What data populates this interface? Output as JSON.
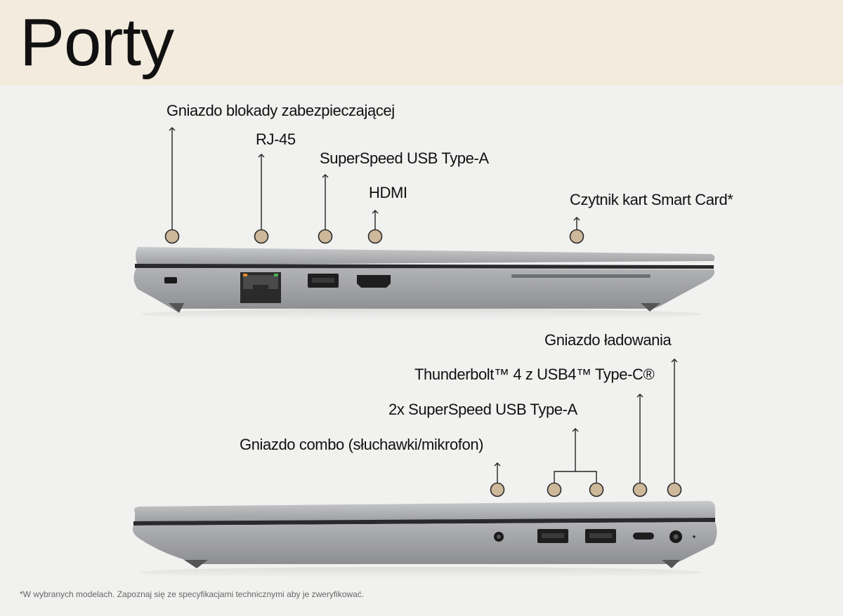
{
  "header": {
    "title": "Porty"
  },
  "left_side_ports": [
    {
      "label": "Gniazdo blokady zabezpieczającej"
    },
    {
      "label": "RJ-45"
    },
    {
      "label": "SuperSpeed USB Type-A"
    },
    {
      "label": "HDMI"
    },
    {
      "label": "Czytnik kart Smart Card*"
    }
  ],
  "right_side_ports": [
    {
      "label": "Gniazdo ładowania"
    },
    {
      "label": "Thunderbolt™ 4 z USB4™ Type-C®"
    },
    {
      "label": "2x SuperSpeed USB Type-A"
    },
    {
      "label": "Gniazdo combo (słuchawki/mikrofon)"
    }
  ],
  "footnote": "*W wybranych modelach. Zapoznaj się ze specyfikacjami technicznymi aby je zweryfikować.",
  "colors": {
    "header_bg": "#f2ebde",
    "page_bg": "#f1f1f0",
    "marker_fill": "#cdb89a",
    "marker_stroke": "#2a2a2a",
    "laptop_body": "#a4a5a8"
  }
}
